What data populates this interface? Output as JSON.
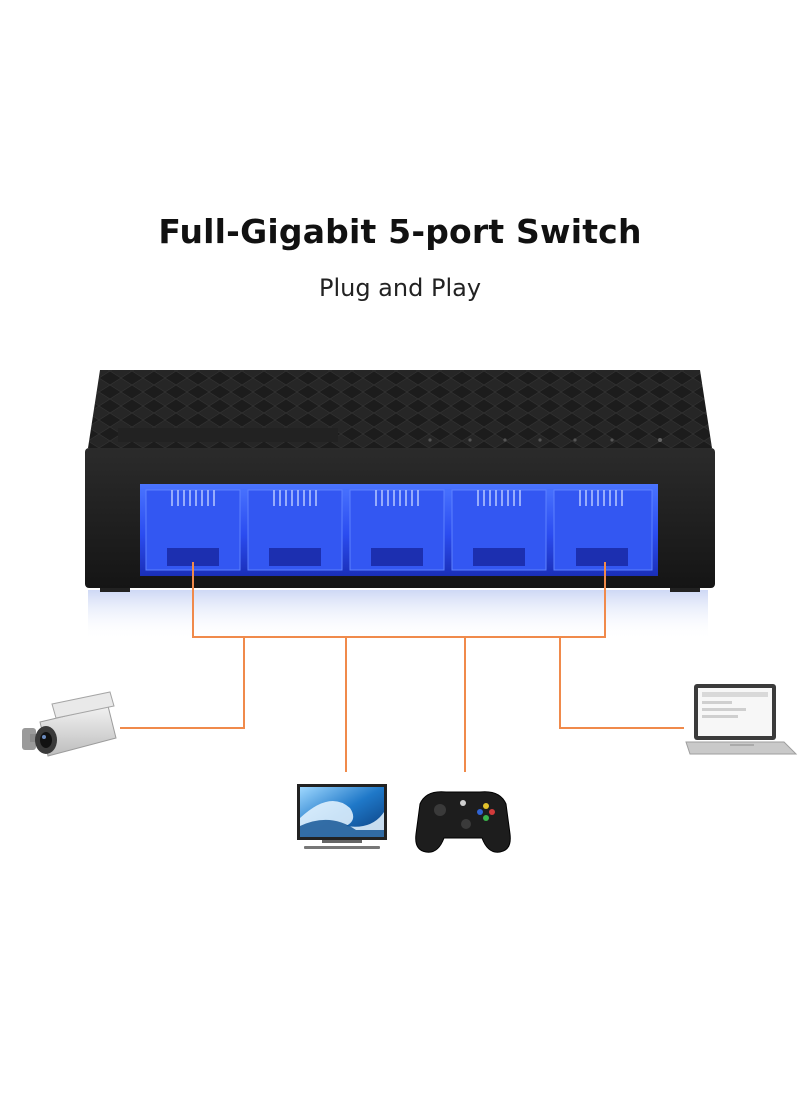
{
  "header": {
    "title": "Full-Gigabit 5-port Switch",
    "subtitle": "Plug and Play"
  },
  "colors": {
    "background": "#ffffff",
    "switch_body": "#1a1a1a",
    "port_glow": "#2e5bff",
    "cable": "#f08a4b"
  },
  "product": {
    "port_count": 5
  },
  "devices": [
    {
      "icon": "security-camera-icon"
    },
    {
      "icon": "television-icon"
    },
    {
      "icon": "game-controller-icon"
    },
    {
      "icon": "laptop-icon"
    }
  ]
}
